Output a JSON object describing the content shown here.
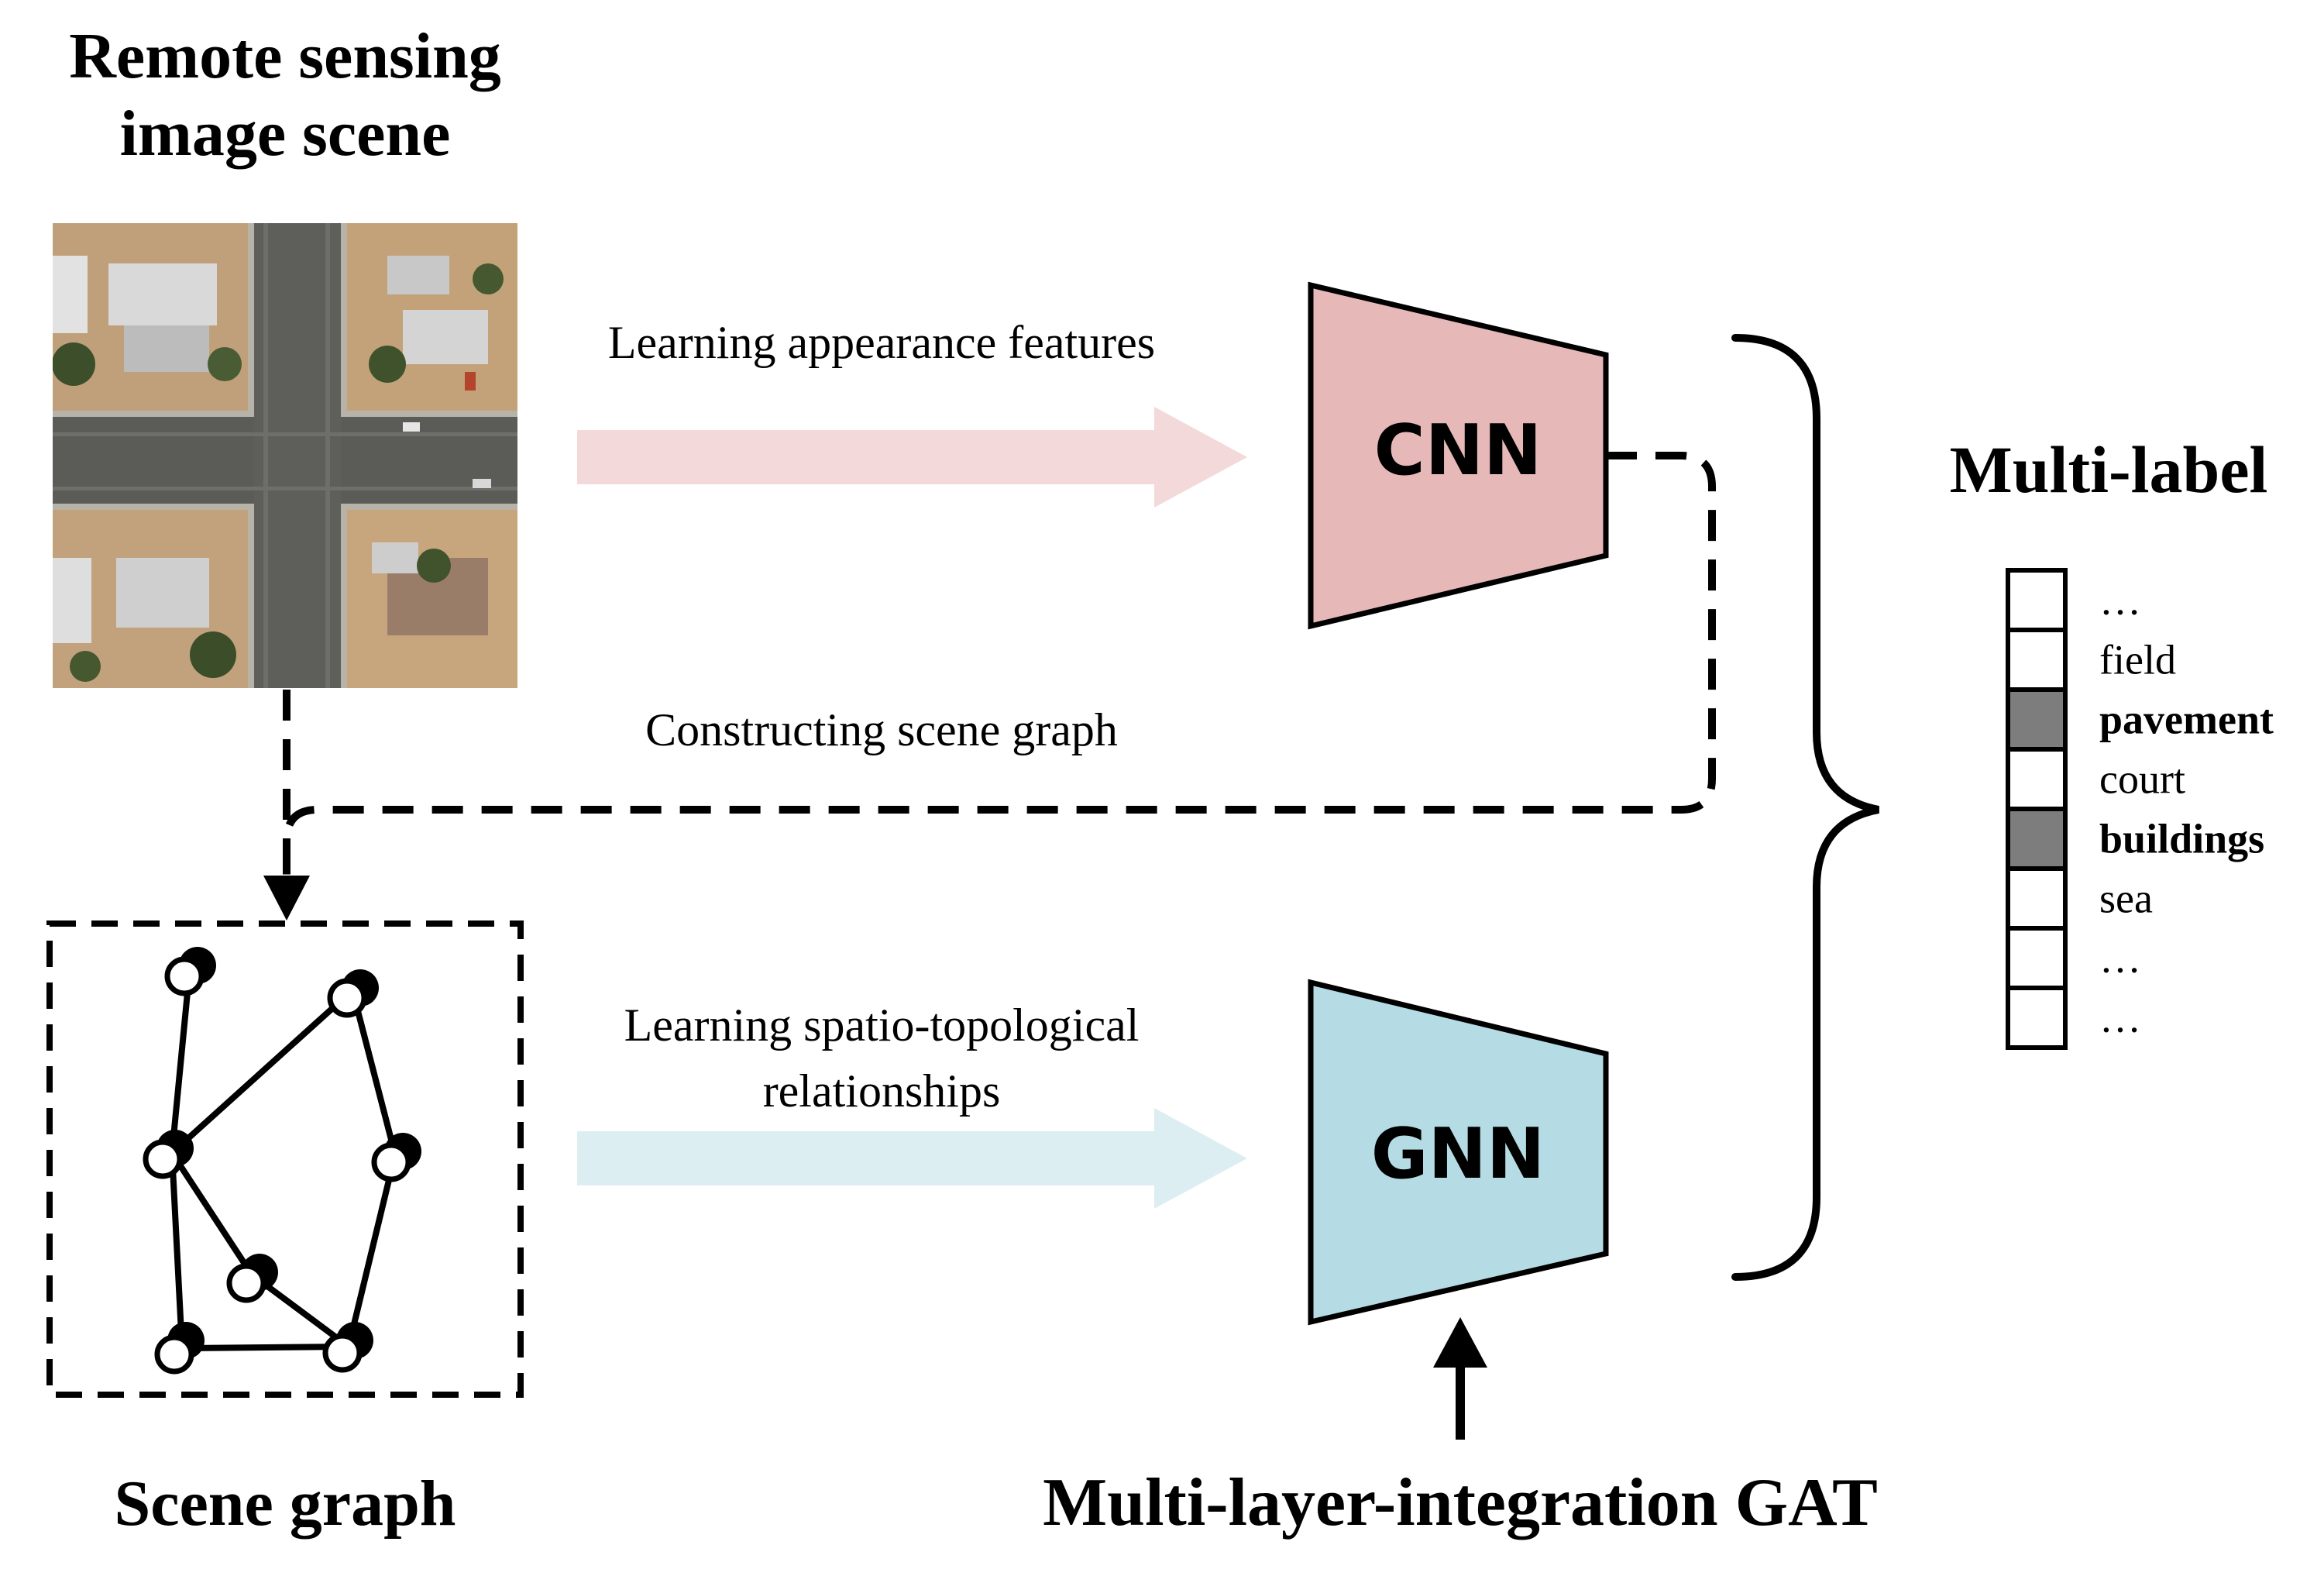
{
  "titles": {
    "input_line1": "Remote sensing",
    "input_line2": "image scene",
    "scene_graph": "Scene graph",
    "gat": "Multi-layer-integration GAT",
    "output": "Multi-label"
  },
  "arrows": {
    "appearance": "Learning appearance features",
    "construct": "Constructing scene graph",
    "spatial_line1": "Learning spatio-topological",
    "spatial_line2": "relationships"
  },
  "blocks": {
    "cnn": "CNN",
    "gnn": "GNN"
  },
  "labels": [
    {
      "text": "…",
      "active": false,
      "bold": false
    },
    {
      "text": "field",
      "active": false,
      "bold": false
    },
    {
      "text": "pavement",
      "active": true,
      "bold": true
    },
    {
      "text": "court",
      "active": false,
      "bold": false
    },
    {
      "text": "buildings",
      "active": true,
      "bold": true
    },
    {
      "text": "sea",
      "active": false,
      "bold": false
    },
    {
      "text": "…",
      "active": false,
      "bold": false
    },
    {
      "text": "…",
      "active": false,
      "bold": false
    }
  ],
  "colors": {
    "cnn_fill": "#e7b8b8",
    "gnn_fill": "#b5dce4",
    "appearance_arrow": "#f3d9d9",
    "spatial_arrow": "#dceef2",
    "active_cell": "#7d7d7d",
    "stroke": "#000000"
  }
}
